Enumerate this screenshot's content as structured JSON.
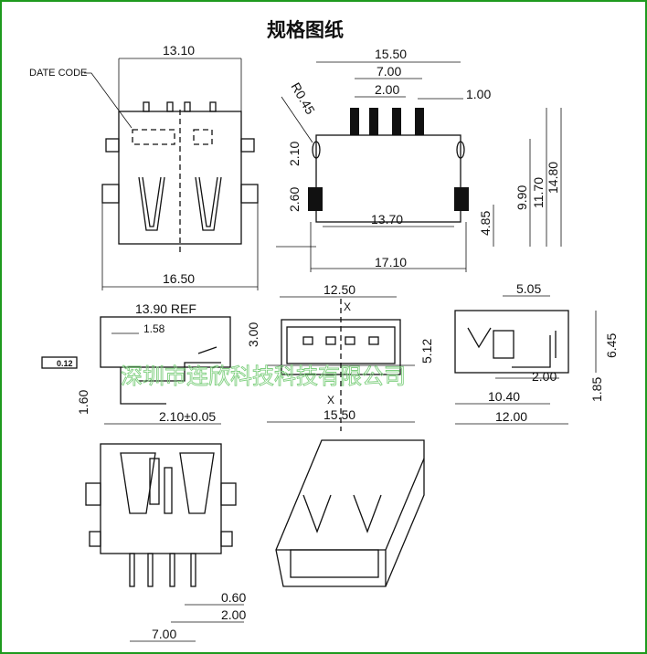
{
  "title": "规格图纸",
  "watermark": "深圳市连欣科技科技有限公司",
  "front_view": {
    "top_width": "13.10",
    "bottom_width": "16.50",
    "date_code_label": "DATE CODE"
  },
  "side_view": {
    "overall_width": "15.50",
    "pin_span": "7.00",
    "pin_pitch": "2.00",
    "pin_width": "1.00",
    "radius": "R0.45",
    "slot_height": "2.10",
    "post_height": "2.60",
    "inner_width": "13.70",
    "bottom_width": "17.10",
    "height_485": "4.85",
    "height_990": "9.90",
    "height_1170": "11.70",
    "height_1480": "14.80"
  },
  "profile_view": {
    "ref_length": "13.90 REF",
    "offset": "1.58",
    "flatness": "0.12",
    "thickness": "1.60",
    "pitch": "2.10±0.05"
  },
  "opening_view": {
    "top_width": "12.50",
    "height_300": "3.00",
    "height_512": "5.12",
    "bottom_width": "15.50",
    "axis_label": "X",
    "axis_label_lower": "X"
  },
  "right_view": {
    "width_505": "5.05",
    "height_645": "6.45",
    "width_200": "2.00",
    "width_1040": "10.40",
    "height_185": "1.85",
    "width_1200": "12.00"
  },
  "bottom_view": {
    "pin_width": "0.60",
    "pitch": "2.00",
    "span": "7.00"
  },
  "colors": {
    "border": "#1e9a1e",
    "watermark": "#7fcf7f"
  }
}
